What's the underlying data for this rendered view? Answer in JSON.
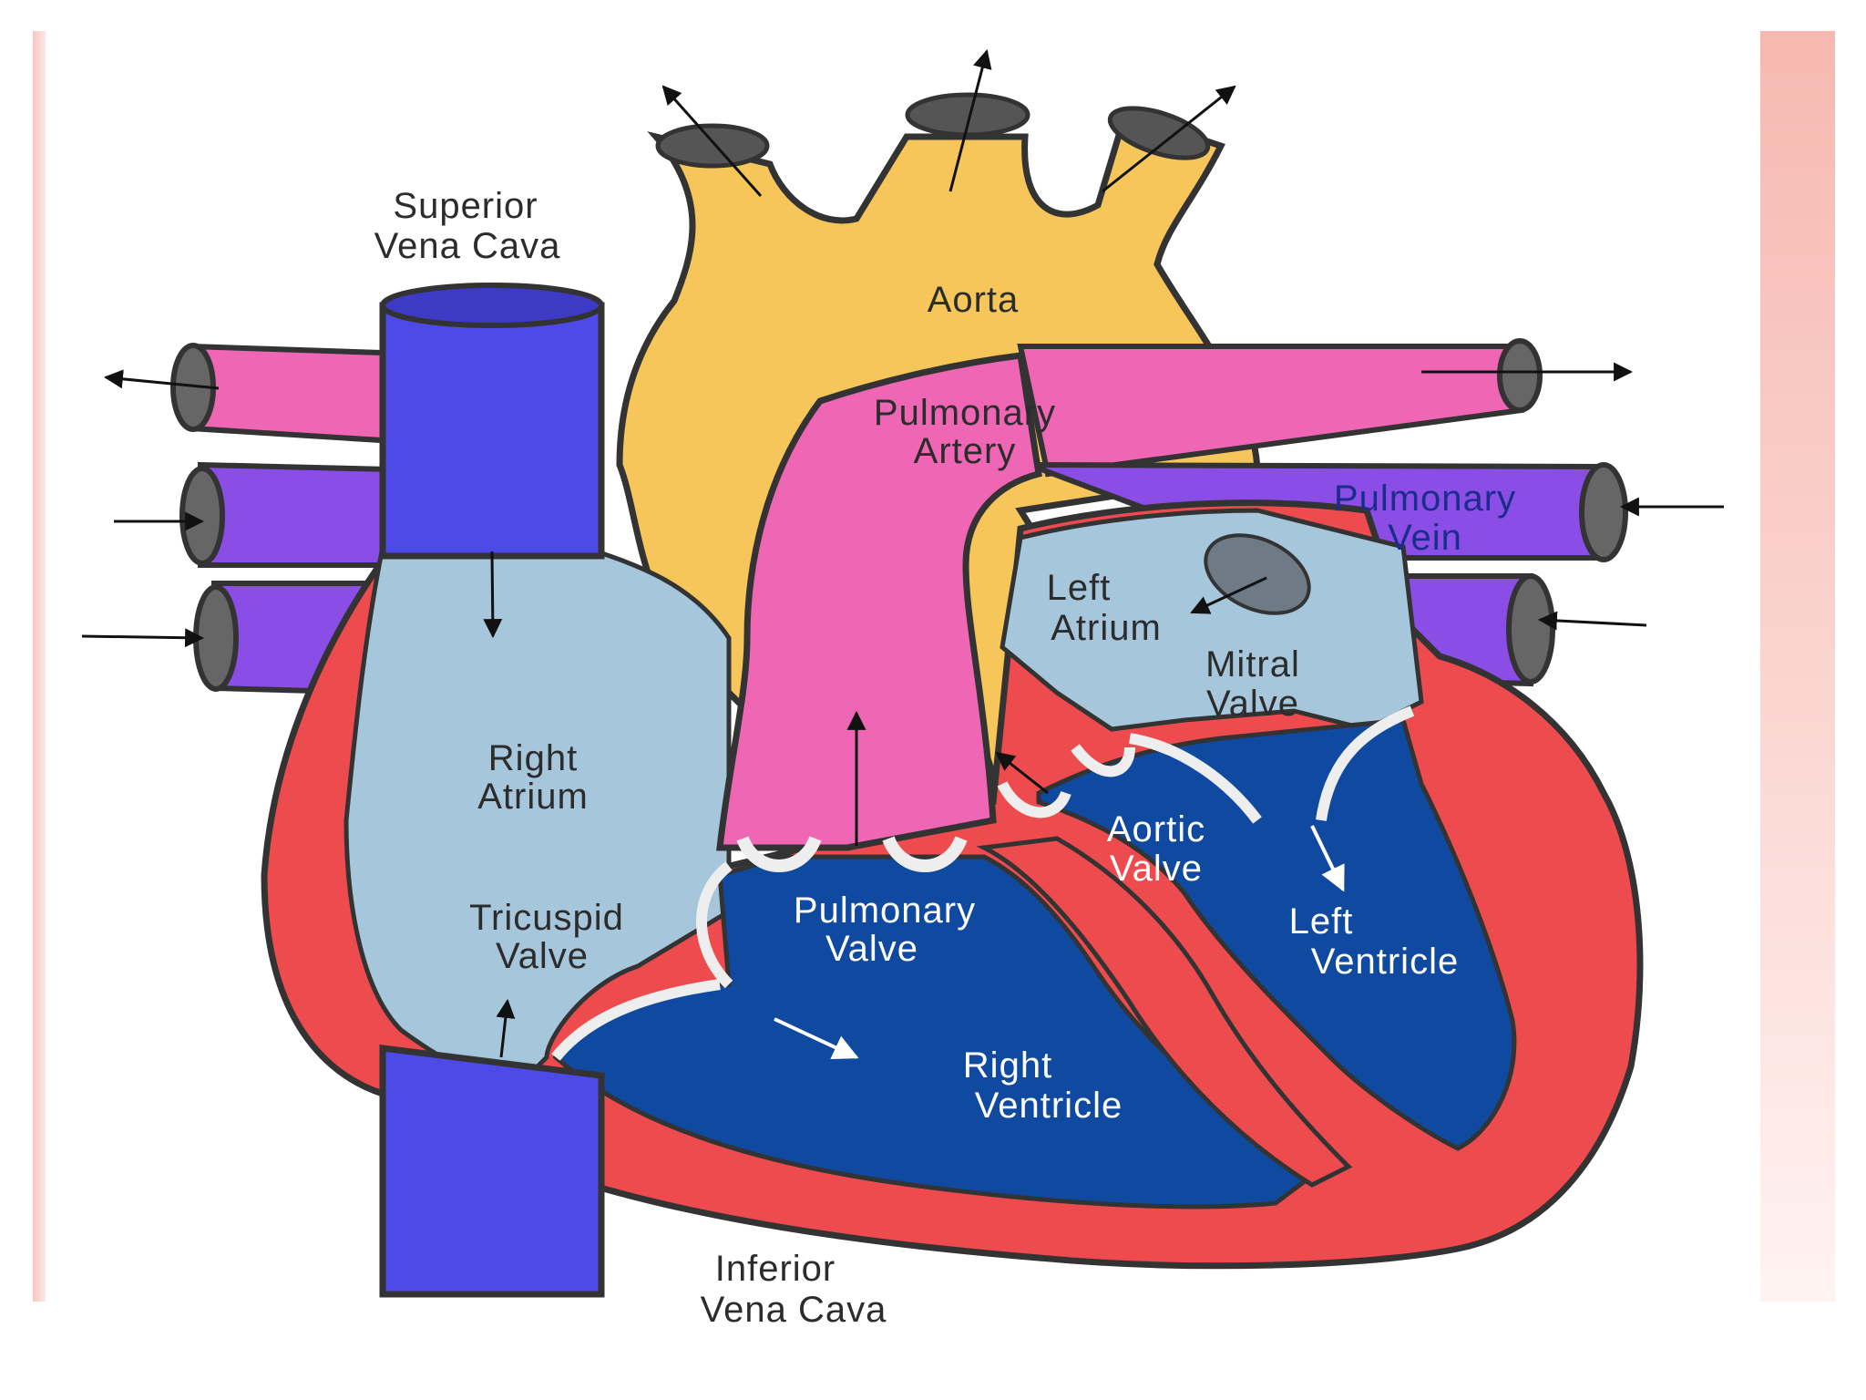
{
  "labels": {
    "superior_vena_cava": [
      "Superior",
      "Vena Cava"
    ],
    "aorta": "Aorta",
    "pulmonary_artery": [
      "Pulmonary",
      "Artery"
    ],
    "pulmonary_vein": [
      "Pulmonary",
      "Vein"
    ],
    "left_atrium": [
      "Left",
      "Atrium"
    ],
    "mitral_valve": [
      "Mitral",
      "Valve"
    ],
    "right_atrium": [
      "Right",
      "Atrium"
    ],
    "aortic_valve": [
      "Aortic",
      "Valve"
    ],
    "tricuspid_valve": [
      "Tricuspid",
      "Valve"
    ],
    "pulmonary_valve": [
      "Pulmonary",
      "Valve"
    ],
    "left_ventricle": [
      "Left",
      "Ventricle"
    ],
    "right_ventricle": [
      "Right",
      "Ventricle"
    ],
    "inferior_vena_cava": [
      "Inferior",
      "Vena Cava"
    ]
  },
  "colors": {
    "oxygen_poor_vessel": "#4d4ae8",
    "vein_purple": "#8a4de6",
    "pulmonary_artery_pink": "#ee66b4",
    "aorta_yellow": "#f6c65a",
    "atrium_light_blue": "#a6c6dc",
    "ventricle_blue": "#0f4aa0",
    "myocardium_red": "#ee4b4e",
    "background_strip": "#f6b9b1"
  }
}
